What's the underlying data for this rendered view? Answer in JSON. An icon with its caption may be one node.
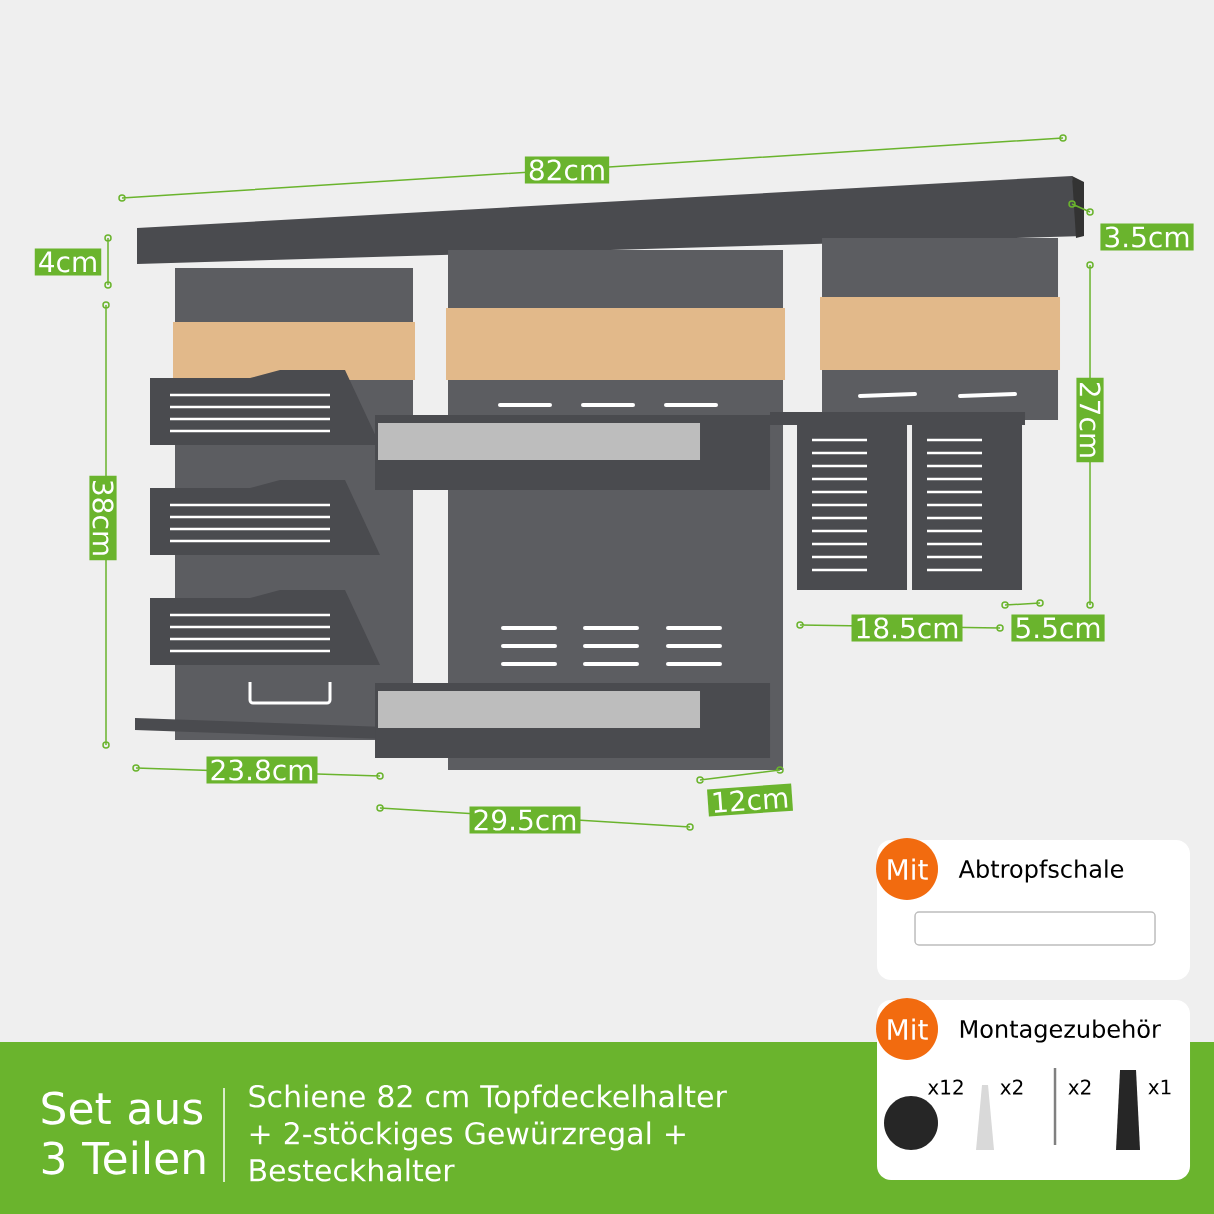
{
  "diagram": {
    "nodes": [
      {
        "text": [
          "Abtropfschale"
        ]
      },
      {
        "text": [
          "Mit"
        ],
        "in": 0
      },
      {
        "text": [
          "Montagezubehör"
        ]
      },
      {
        "text": [
          "Mit"
        ],
        "in": 2
      },
      {
        "text": [
          "Set aus 3 Teilen",
          "Schiene 82 cm Topfdeckelhalter + 2-stöckiges Gewürzregal + Besteckhalter"
        ]
      }
    ],
    "labels": [
      "82cm",
      "4cm",
      "3.5cm",
      "38cm",
      "27cm",
      "18.5cm",
      "5.5cm",
      "23.8cm",
      "29.5cm",
      "12cm",
      "x12",
      "x2",
      "x2",
      "x1"
    ]
  }
}
